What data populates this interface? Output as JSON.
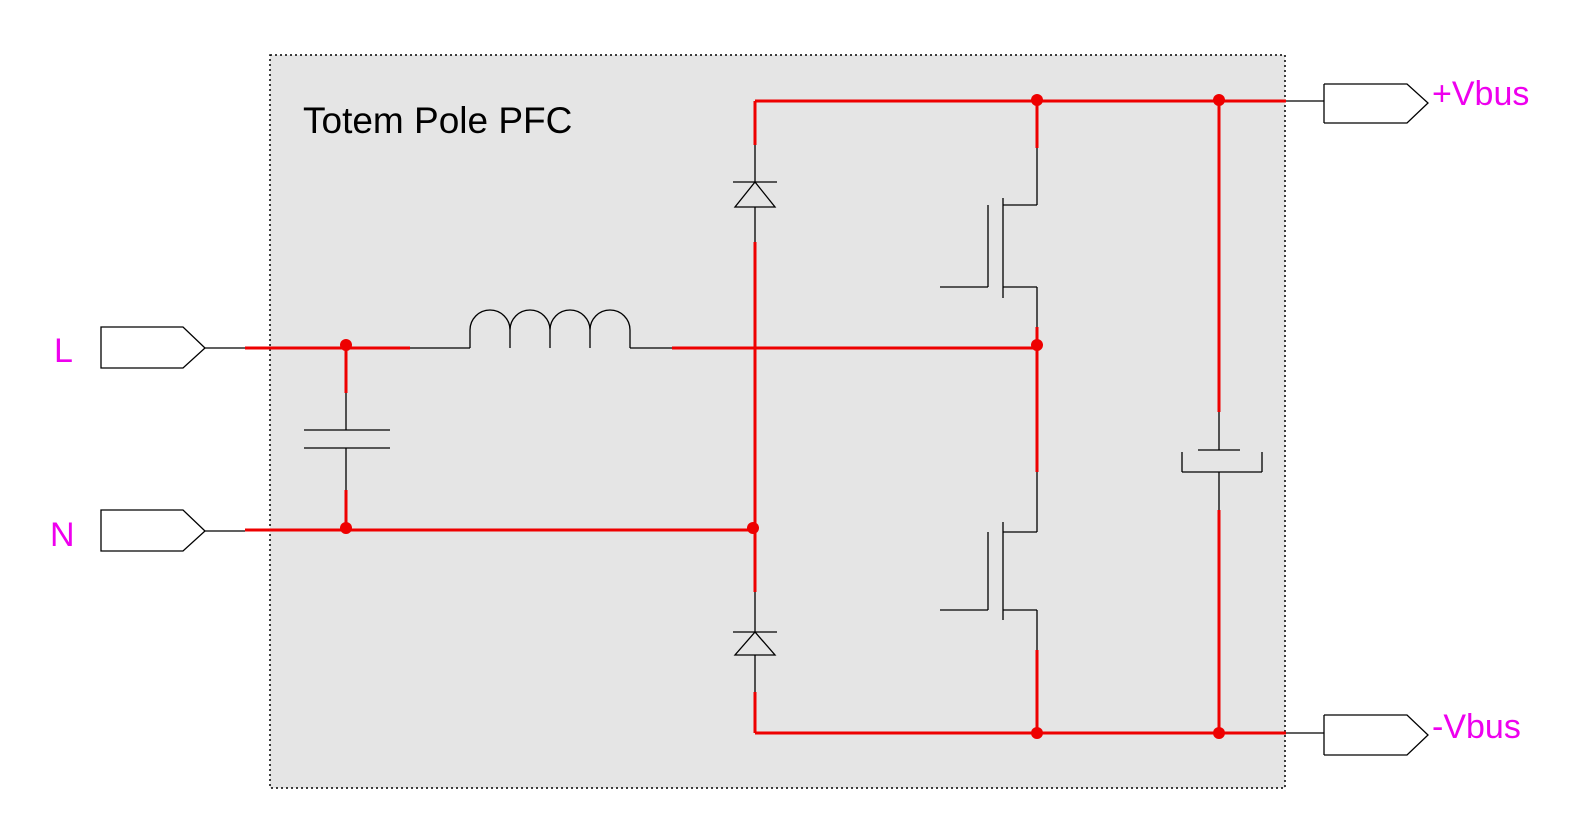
{
  "block": {
    "title": "Totem Pole PFC"
  },
  "ports": {
    "line": "L",
    "neutral": "N",
    "bus_positive": "+Vbus",
    "bus_negative": "-Vbus"
  },
  "colors": {
    "wire": "#ee0000",
    "junction": "#ee0000",
    "port_label": "#ee00ee",
    "block_fill": "#e5e5e5",
    "component": "#000000"
  }
}
